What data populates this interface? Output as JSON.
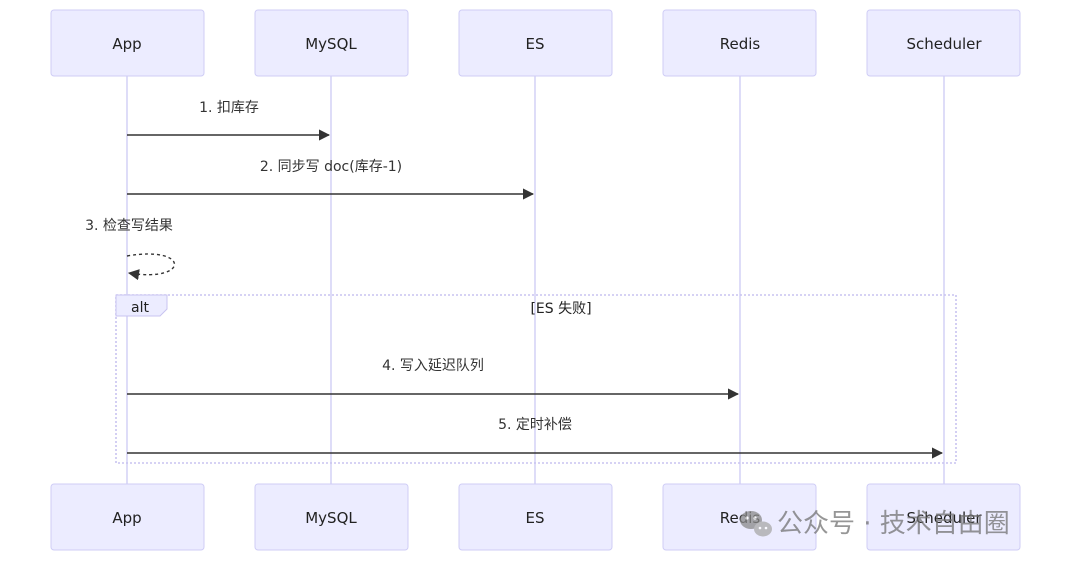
{
  "actors": [
    {
      "id": "app",
      "label": "App"
    },
    {
      "id": "mysql",
      "label": "MySQL"
    },
    {
      "id": "es",
      "label": "ES"
    },
    {
      "id": "redis",
      "label": "Redis"
    },
    {
      "id": "scheduler",
      "label": "Scheduler"
    }
  ],
  "messages": [
    {
      "label": "1. 扣库存",
      "from": "app",
      "to": "mysql"
    },
    {
      "label": "2. 同步写 doc(库存-1)",
      "from": "app",
      "to": "es"
    },
    {
      "label": "3. 检查写结果",
      "from": "app",
      "to": "app"
    },
    {
      "label": "4. 写入延迟队列",
      "from": "app",
      "to": "redis"
    },
    {
      "label": "5. 定时补偿",
      "from": "app",
      "to": "scheduler"
    }
  ],
  "alt": {
    "keyword": "alt",
    "condition": "[ES 失败]"
  },
  "watermark": {
    "text": "公众号 · 技术自由圈",
    "icon": "wechat-icon"
  },
  "colors": {
    "actor_fill": "#ECECFF",
    "actor_stroke": "#cfcdf6",
    "lifeline": "#c9c6f2",
    "arrow": "#333333"
  }
}
